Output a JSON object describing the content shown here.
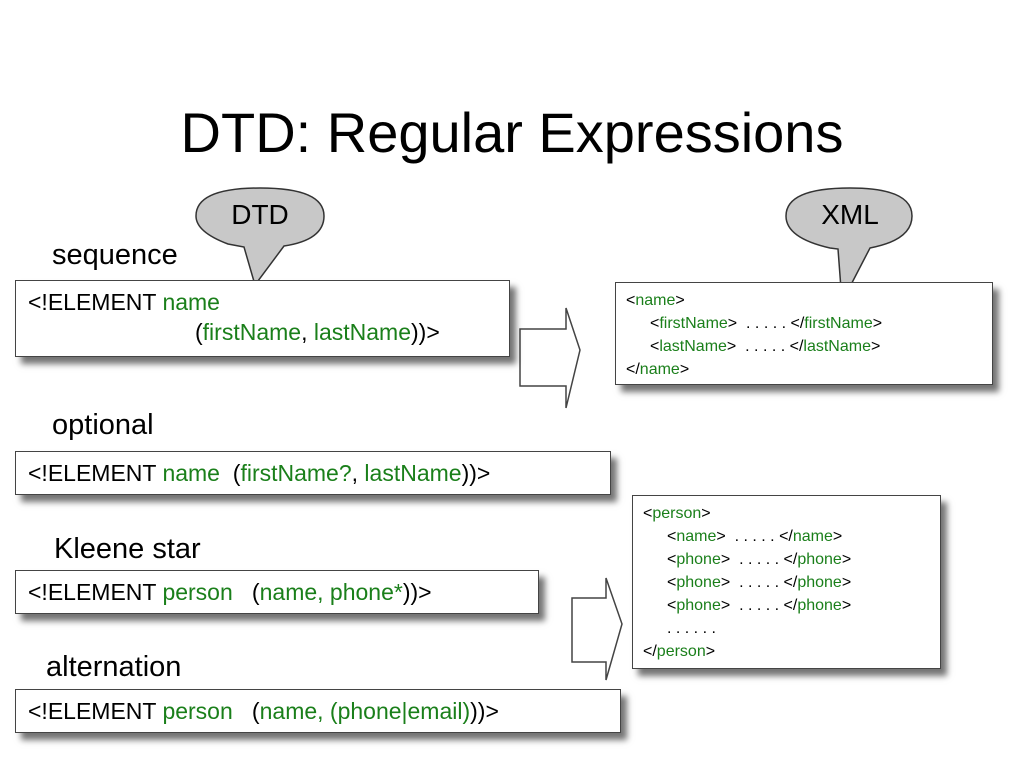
{
  "title": "DTD: Regular Expressions",
  "callouts": {
    "dtd": "DTD",
    "xml": "XML"
  },
  "sections": {
    "sequence": {
      "label": "sequence",
      "line1": {
        "kw": "<!ELEMENT ",
        "name": "name"
      },
      "line2": {
        "open": "(",
        "a": "firstName",
        "comma": ", ",
        "b": "lastName",
        "close": "))>"
      }
    },
    "optional": {
      "label": "optional",
      "line": {
        "kw": "<!ELEMENT ",
        "name": "name",
        "gap": "  (",
        "a": "firstName?",
        "comma": ", ",
        "b": "lastName",
        "close": "))>"
      }
    },
    "kleene": {
      "label": "Kleene star",
      "line": {
        "kw": "<!ELEMENT ",
        "name": "person",
        "gap": "   (",
        "body": "name, phone*",
        "close": "))>"
      }
    },
    "alternation": {
      "label": "alternation",
      "line": {
        "kw": "<!ELEMENT ",
        "name": "person",
        "gap": "   (",
        "body": "name, (phone|email)",
        "close": "))>"
      }
    }
  },
  "xml_name": {
    "l1": {
      "lt": "<",
      "tag": "name",
      "gt": ">"
    },
    "l2": {
      "lt": "<",
      "tag": "firstName",
      "mid": ">  . . . . . </",
      "tag2": "firstName",
      "gt": ">"
    },
    "l3": {
      "lt": "<",
      "tag": "lastName",
      "mid": ">  . . . . . </",
      "tag2": "lastName",
      "gt": ">"
    },
    "l4": {
      "lt": "</",
      "tag": "name",
      "gt": ">"
    }
  },
  "xml_person": {
    "l1": {
      "lt": "<",
      "tag": "person",
      "gt": ">"
    },
    "l2": {
      "lt": "<",
      "tag": "name",
      "mid": ">  . . . . . </",
      "tag2": "name",
      "gt": ">"
    },
    "l3": {
      "lt": "<",
      "tag": "phone",
      "mid": ">  . . . . . </",
      "tag2": "phone",
      "gt": ">"
    },
    "l4": {
      "lt": "<",
      "tag": "phone",
      "mid": ">  . . . . . </",
      "tag2": "phone",
      "gt": ">"
    },
    "l5": {
      "lt": "<",
      "tag": "phone",
      "mid": ">  . . . . . </",
      "tag2": "phone",
      "gt": ">"
    },
    "l6": {
      "dots": ". . . . . ."
    },
    "l7": {
      "lt": "</",
      "tag": "person",
      "gt": ">"
    }
  }
}
